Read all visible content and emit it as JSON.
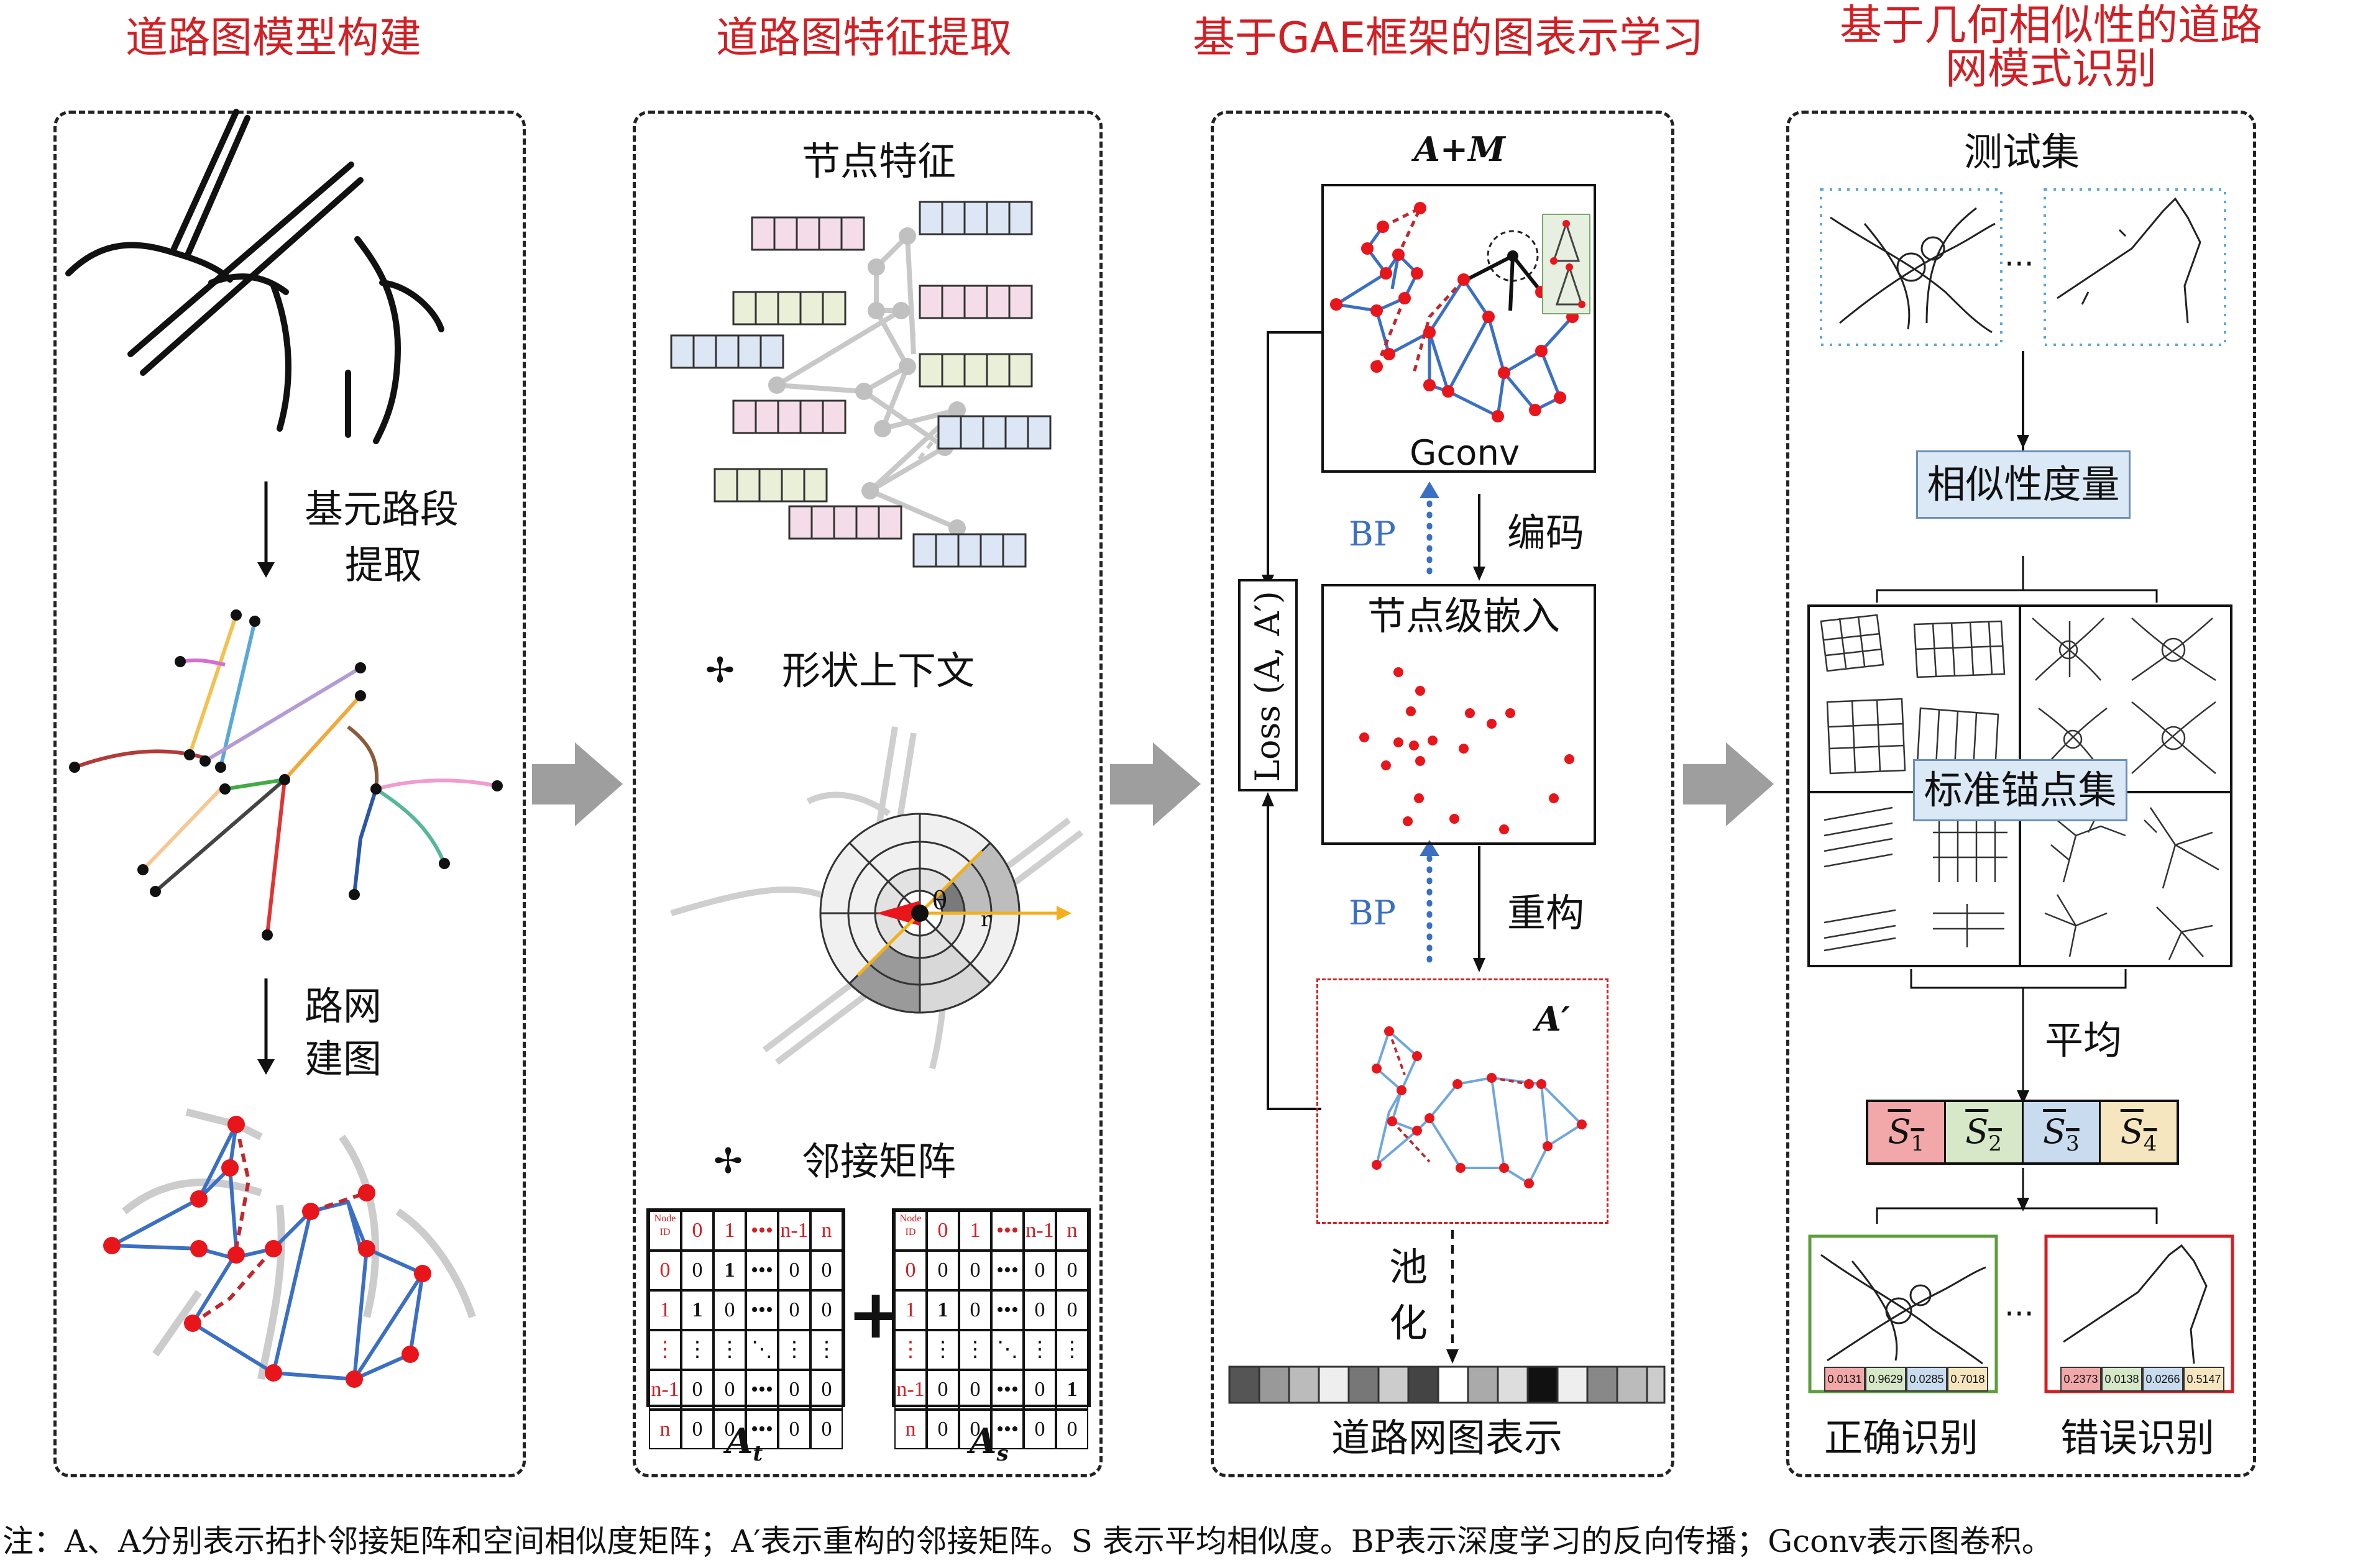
{
  "panels": {
    "p1_title": "道路图模型构建",
    "p2_title": "道路图特征提取",
    "p3_title": "基于GAE框架的图表示学习",
    "p4_title_line1": "基于几何相似性的道路",
    "p4_title_line2": "网模式识别"
  },
  "panel1": {
    "step1_line1": "基元路段",
    "step1_line2": "提取",
    "step2_line1": "路网",
    "step2_line2": "建图"
  },
  "panel2": {
    "node_feature": "节点特征",
    "shape_context": "形状上下文",
    "adjacency": "邻接矩阵",
    "plus1": "✢",
    "plus2": "✢",
    "big_plus": "+",
    "theta": "θ",
    "r": "r",
    "mat_t_label": "A",
    "mat_t_sub": "t",
    "mat_s_label": "A",
    "mat_s_sub": "s",
    "matrix_t": [
      [
        "Node ID",
        "0",
        "1",
        "•••",
        "n-1",
        "n"
      ],
      [
        "0",
        "0",
        "1",
        "•••",
        "0",
        "0"
      ],
      [
        "1",
        "1",
        "0",
        "•••",
        "0",
        "0"
      ],
      [
        "⋮",
        "⋮",
        "⋮",
        "⋱",
        "⋮",
        "⋮"
      ],
      [
        "n-1",
        "0",
        "0",
        "•••",
        "0",
        "0"
      ],
      [
        "n",
        "0",
        "0",
        "•••",
        "0",
        "0"
      ]
    ],
    "matrix_s": [
      [
        "Node ID",
        "0",
        "1",
        "•••",
        "n-1",
        "n"
      ],
      [
        "0",
        "0",
        "0",
        "•••",
        "0",
        "0"
      ],
      [
        "1",
        "1",
        "0",
        "•••",
        "0",
        "0"
      ],
      [
        "⋮",
        "⋮",
        "⋮",
        "⋱",
        "⋮",
        "⋮"
      ],
      [
        "n-1",
        "0",
        "0",
        "•••",
        "0",
        "1"
      ],
      [
        "n",
        "0",
        "0",
        "•••",
        "0",
        "0"
      ]
    ]
  },
  "panel3": {
    "input_label": "A+M",
    "gconv": "Gconv",
    "bp1": "BP",
    "bp2": "BP",
    "encode": "编码",
    "decode": "重构",
    "embedding": "节点级嵌入",
    "loss": "Loss (A, A′)",
    "recon_label": "A′",
    "pool_line1": "池",
    "pool_line2": "化",
    "graph_repr": "道路网图表示"
  },
  "panel4": {
    "test_set": "测试集",
    "ellipsis1": "···",
    "similarity": "相似性度量",
    "anchor_set": "标准锚点集",
    "average": "平均",
    "s_labels": [
      "S",
      "S",
      "S",
      "S"
    ],
    "s_subs": [
      "1",
      "2",
      "3",
      "4"
    ],
    "s_colors": [
      "#f2a8a8",
      "#d6e8c8",
      "#c9dcef",
      "#f6e6bf"
    ],
    "correct": "正确识别",
    "wrong": "错误识别",
    "ellipsis2": "···",
    "correct_scores": [
      "0.0131",
      "0.9629",
      "0.0285",
      "0.7018"
    ],
    "wrong_scores": [
      "0.2373",
      "0.0138",
      "0.0266",
      "0.5147"
    ]
  },
  "note": "注：A、A分别表示拓扑邻接矩阵和空间相似度矩阵；A′表示重构的邻接矩阵。S 表示平均相似度。BP表示深度学习的反向传播；Gconv表示图卷积。",
  "colors": {
    "title_red": "#d21f24",
    "node_red": "#e8151b",
    "edge_blue": "#3b6fc4",
    "bp_blue": "#3a6fc4",
    "arrow_gray": "#999999"
  }
}
